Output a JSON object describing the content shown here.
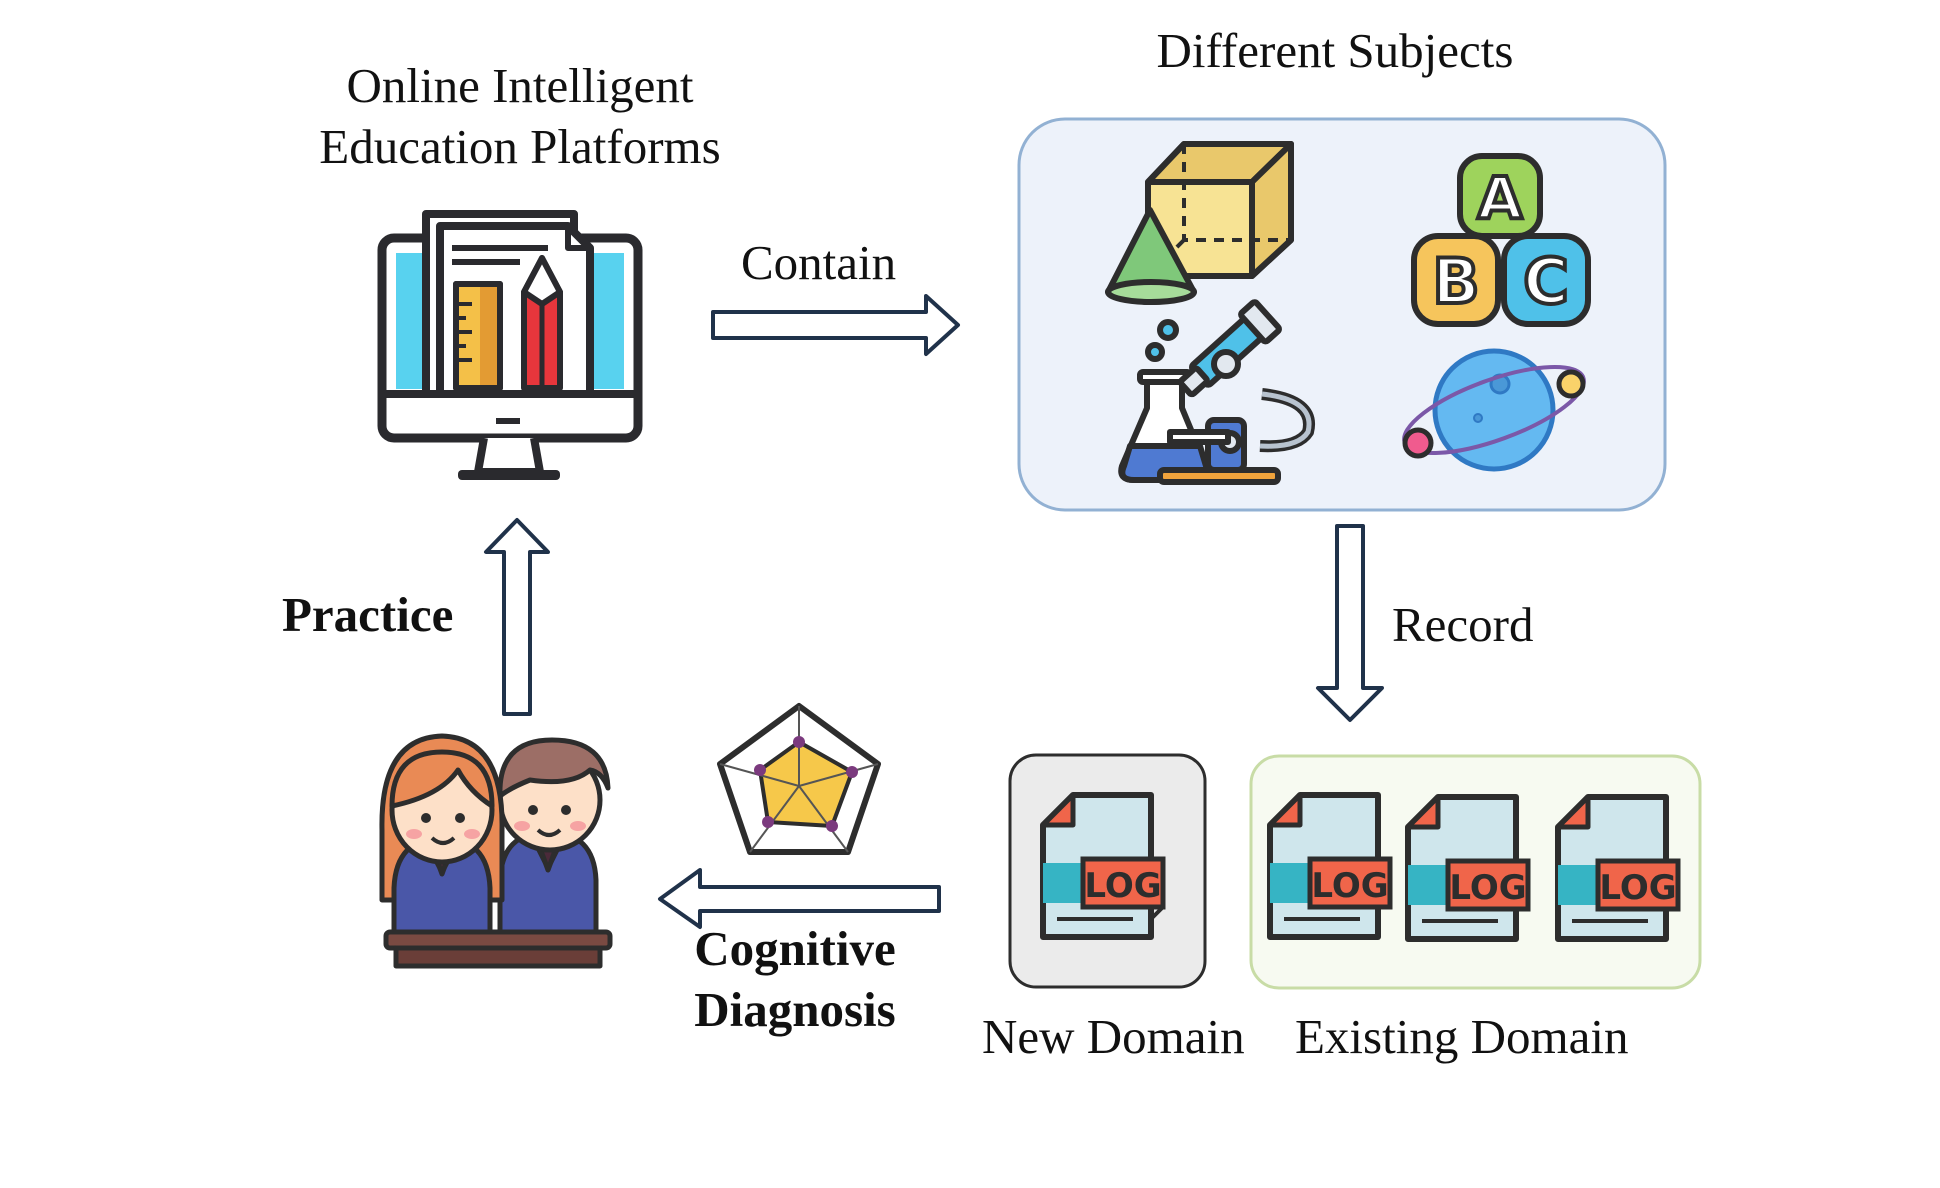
{
  "labels": {
    "platform_line1": "Online Intelligent",
    "platform_line2": "Education Platforms",
    "subjects_title": "Different Subjects",
    "contain": "Contain",
    "record": "Record",
    "practice": "Practice",
    "cognitive_line1": "Cognitive",
    "cognitive_line2": "Diagnosis",
    "new_domain": "New Domain",
    "existing_domain": "Existing Domain"
  },
  "log_text": "LOG",
  "abc_letters": [
    "A",
    "B",
    "C"
  ],
  "colors": {
    "subjects_box_fill": "#edf2fa",
    "subjects_box_stroke": "#92b1d3",
    "new_domain_fill": "#ebebeb",
    "existing_domain_fill": "#f7faf1",
    "existing_domain_stroke": "#c8dca6",
    "arrow_stroke": "#20324a",
    "log_orange": "#f0654a",
    "log_page": "#cfe6ec",
    "log_teal": "#36b4c4"
  }
}
